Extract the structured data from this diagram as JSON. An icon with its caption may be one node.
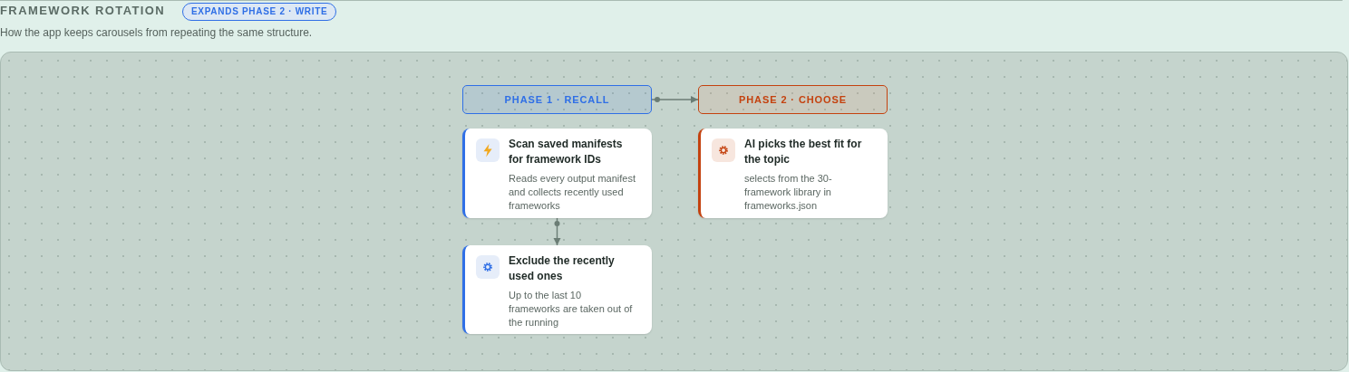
{
  "diagram": {
    "title": "FRAMEWORK ROTATION",
    "labels": [
      "EXPANDS PHASE 2 · WRITE"
    ],
    "caption": "How the app keeps carousels from repeating the same structure.",
    "nodes": [
      {
        "text": [
          "PHASE 1 · RECALL"
        ]
      },
      {
        "text": [
          "PHASE 2 · CHOOSE"
        ]
      },
      {
        "text": [
          "Scan saved manifests for framework IDs",
          "Reads every output manifest and collects recently used frameworks"
        ]
      },
      {
        "text": [
          "AI picks the best fit for the topic",
          "selects from the 30-framework library in frameworks.json"
        ]
      },
      {
        "text": [
          "Exclude the recently used ones",
          "Up to the last 10 frameworks are taken out of the running"
        ]
      }
    ],
    "edges": [
      {
        "from": 0,
        "to": 1,
        "arrow": "to"
      },
      {
        "from": 2,
        "to": 4,
        "arrow": "to"
      }
    ]
  }
}
